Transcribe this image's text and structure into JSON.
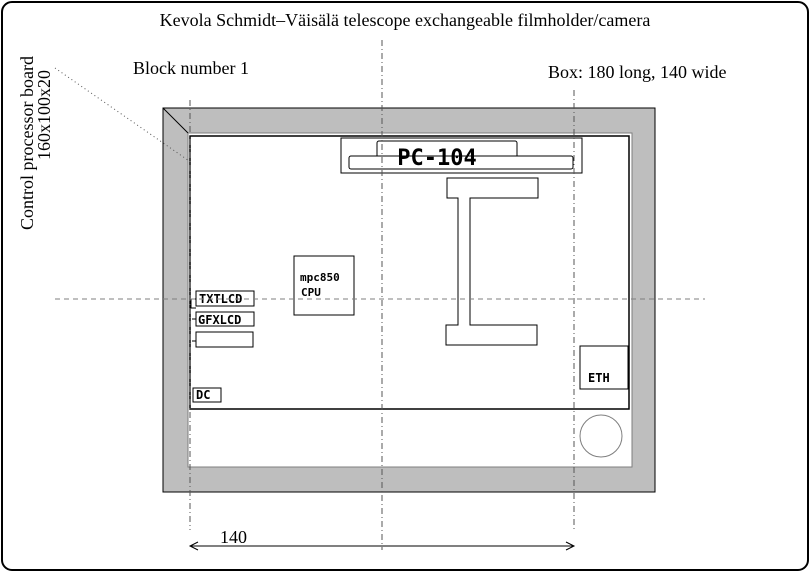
{
  "title": "Kevola Schmidt–Väisälä telescope exchangeable filmholder/camera",
  "block_label": "Block number 1",
  "box_label": "Box: 180 long, 140 wide",
  "board_label_line1": "Control processor board",
  "board_label_line2": "160x100x20",
  "pc104_label": "PC-104",
  "cpu_label_line1": "mpc850",
  "cpu_label_line2": "CPU",
  "txtlcd_label": "TXTLCD",
  "gfxlcd_label": "GFXLCD",
  "dc_label": "DC",
  "eth_label": "ETH",
  "dimension_label": "140",
  "colors": {
    "box_wall": "#bebebe",
    "guide": "#7f7f7f"
  }
}
